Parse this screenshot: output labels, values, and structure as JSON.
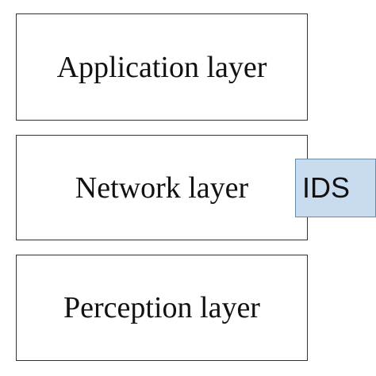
{
  "layers": [
    {
      "label": "Application layer"
    },
    {
      "label": "Network layer"
    },
    {
      "label": "Perception layer"
    }
  ],
  "ids": {
    "label": "IDS",
    "color": "#c9dcef"
  }
}
